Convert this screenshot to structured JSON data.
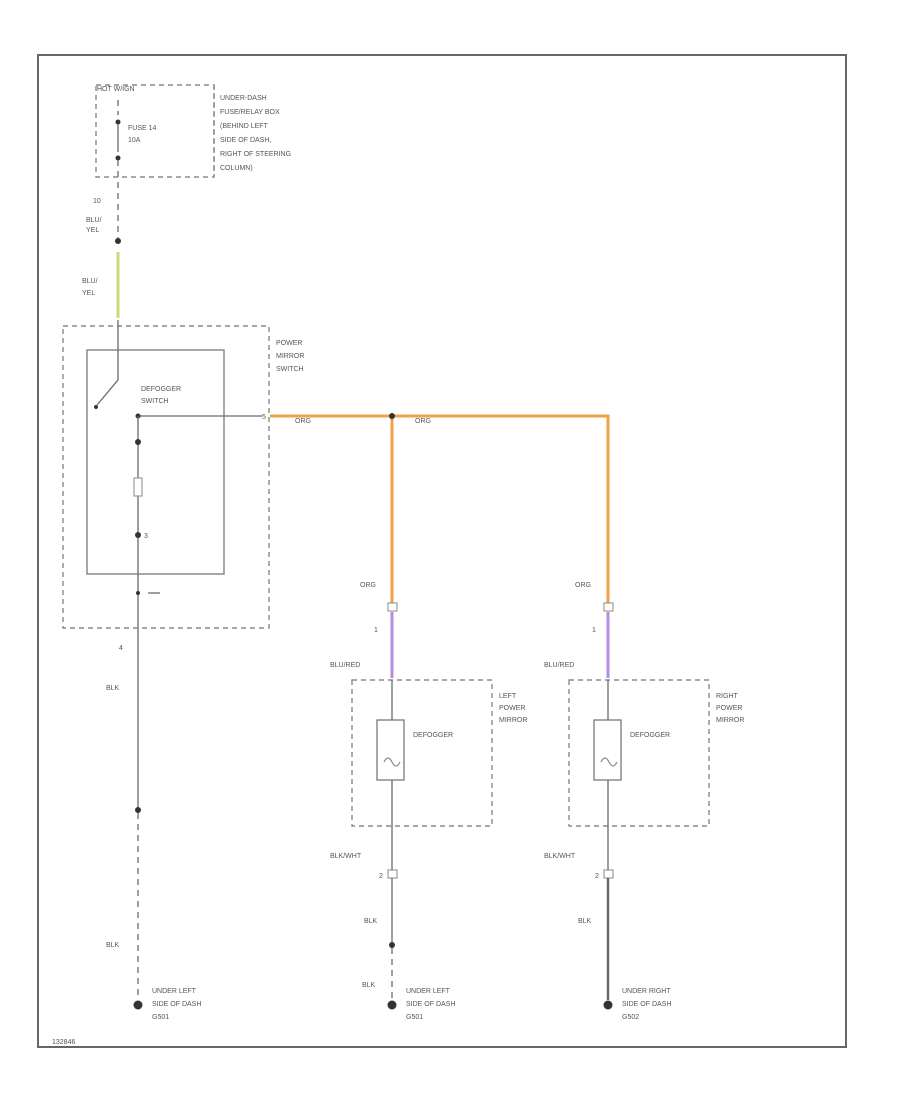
{
  "colors": {
    "orange_wire": "#f2a04a",
    "violet_wire": "#b58de0",
    "yellow_green_wire": "#c8dc7a",
    "black_wire": "#6a6a6a",
    "border": "#666666"
  },
  "labels": {
    "hot_at_all_times": "HOT W/IGN",
    "fuse": "FUSE 14",
    "fuse_rating": "10A",
    "fuse_box": [
      "UNDER-DASH",
      "FUSE/RELAY BOX",
      "(BEHIND LEFT",
      "SIDE OF DASH,",
      "RIGHT OF STEERING",
      "COLUMN)"
    ],
    "pin_top": "10",
    "blu_yel_1": [
      "BLU/",
      "YEL"
    ],
    "blu_yel_2": [
      "BLU/",
      "YEL"
    ],
    "power_mirror_switch": [
      "POWER",
      "MIRROR",
      "SWITCH"
    ],
    "defogger_switch": [
      "DEFOGGER",
      "SWITCH"
    ],
    "pin_switch_out": "5",
    "org_1": "ORG",
    "org_2": "ORG",
    "org_left": "ORG",
    "org_right": "ORG",
    "pin_left_1": "1",
    "pin_right_1": "1",
    "blu_red_left": "BLU/RED",
    "blu_red_right": "BLU/RED",
    "left_mirror": [
      "LEFT",
      "POWER",
      "MIRROR"
    ],
    "right_mirror": [
      "RIGHT",
      "POWER",
      "MIRROR"
    ],
    "defogger_left": "DEFOGGER",
    "defogger_right": "DEFOGGER",
    "pin_switch_gnd": "4",
    "blk_1": "BLK",
    "blk_2": "BLK",
    "blk_wht_left": "BLK/WHT",
    "blk_wht_right": "BLK/WHT",
    "pin_left_2": "2",
    "pin_right_2": "2",
    "blk_left_1": "BLK",
    "blk_left_2": "BLK",
    "blk_right": "BLK",
    "ground_1": [
      "UNDER LEFT",
      "SIDE OF DASH",
      "G501"
    ],
    "ground_2": [
      "UNDER LEFT",
      "SIDE OF DASH",
      "G501"
    ],
    "ground_3": [
      "UNDER RIGHT",
      "SIDE OF DASH",
      "G502"
    ],
    "figure_id": "132846"
  }
}
